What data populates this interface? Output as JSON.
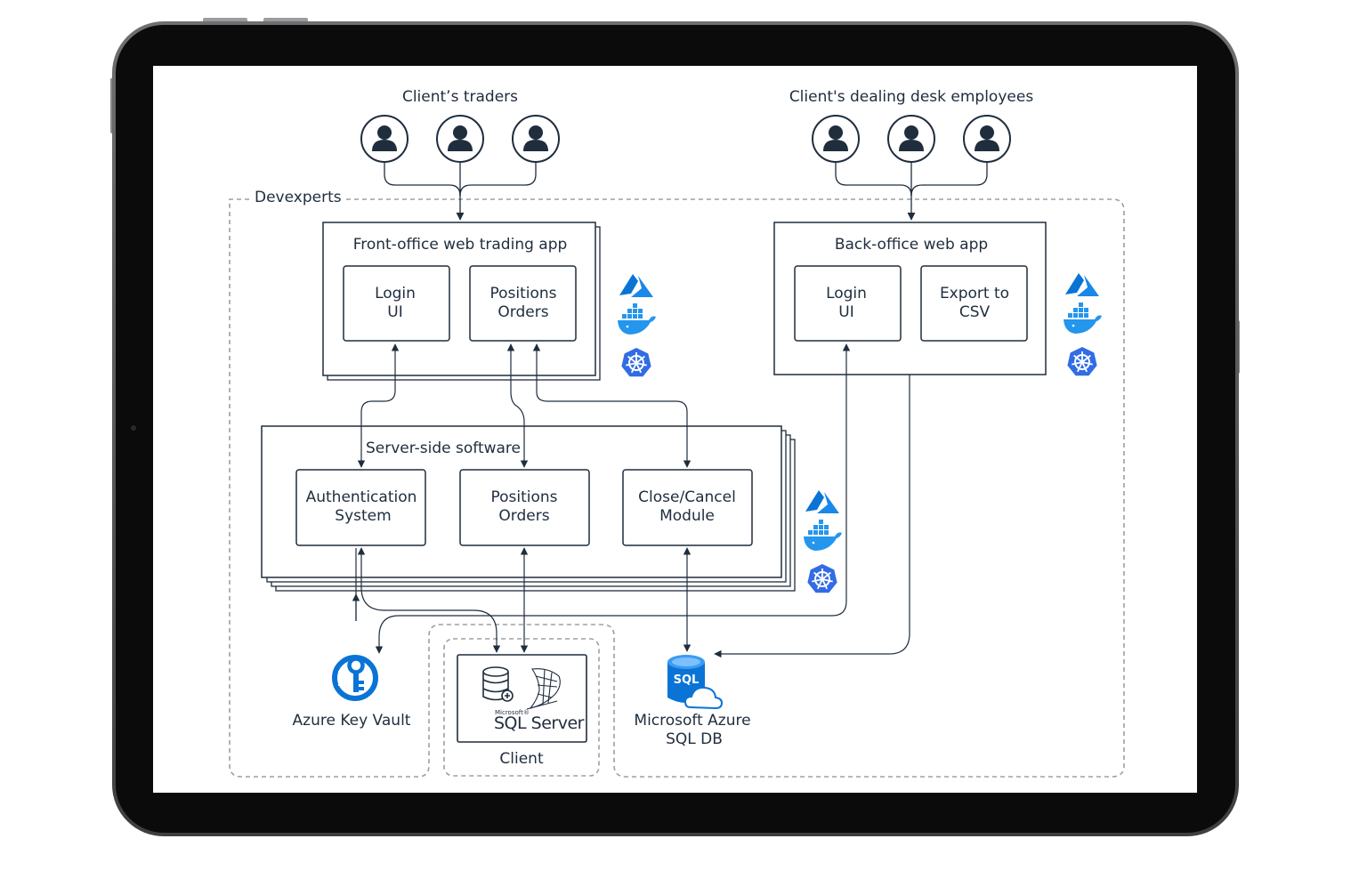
{
  "groups": {
    "traders": {
      "label": "Client’s traders"
    },
    "dealing_desk": {
      "label": "Client's dealing desk employees"
    },
    "devexperts": {
      "label": "Devexperts"
    },
    "client": {
      "label": "Client"
    }
  },
  "front_office": {
    "title": "Front-office web trading app",
    "modules": [
      {
        "line1": "Login",
        "line2": "UI"
      },
      {
        "line1": "Positions",
        "line2": "Orders"
      }
    ]
  },
  "back_office": {
    "title": "Back-office web app",
    "modules": [
      {
        "line1": "Login",
        "line2": "UI"
      },
      {
        "line1": "Export to",
        "line2": "CSV"
      }
    ]
  },
  "server_side": {
    "title": "Server-side software",
    "modules": [
      {
        "line1": "Authentication",
        "line2": "System"
      },
      {
        "line1": "Positions",
        "line2": "Orders"
      },
      {
        "line1": "Close/Cancel",
        "line2": "Module"
      }
    ]
  },
  "key_vault": {
    "label": "Azure Key Vault"
  },
  "sql_server": {
    "small": "Microsoft®",
    "name": "SQL Server"
  },
  "azure_sql": {
    "line1": "Microsoft Azure",
    "line2": "SQL DB",
    "badge": "SQL"
  },
  "colors": {
    "azure_blue": "#0a74d6",
    "k8s_blue": "#326ce5",
    "ink": "#1f2d3d"
  },
  "icons": [
    "user-icon",
    "azure-icon",
    "docker-icon",
    "kubernetes-icon",
    "key-vault-icon",
    "database-icon",
    "sql-server-icon",
    "azure-sql-icon"
  ]
}
